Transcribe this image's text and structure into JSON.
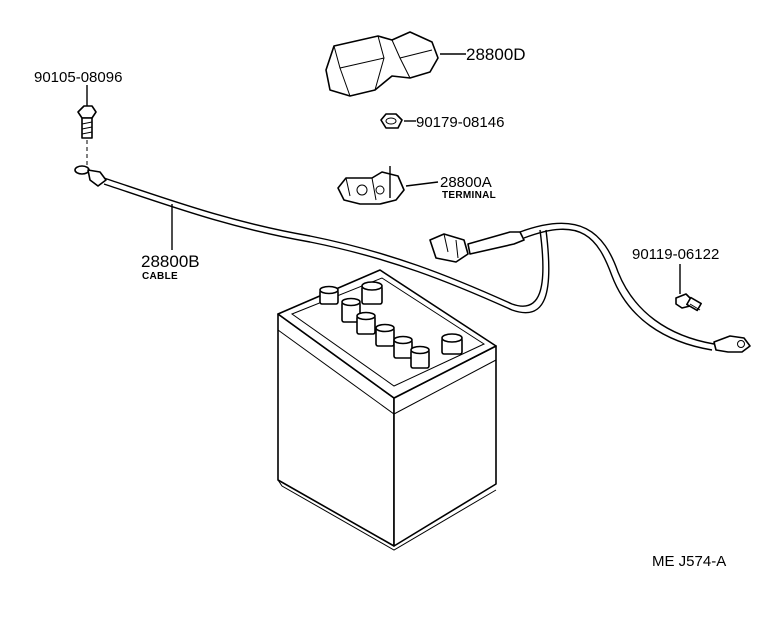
{
  "diagram": {
    "labels": {
      "bolt": "90105-08096",
      "cover": "28800D",
      "nut": "90179-08146",
      "terminal_part": "28800A",
      "terminal_name": "TERMINAL",
      "cable_part": "28800B",
      "cable_name": "CABLE",
      "clip": "90119-06122",
      "ref": "ME J574-A"
    }
  }
}
